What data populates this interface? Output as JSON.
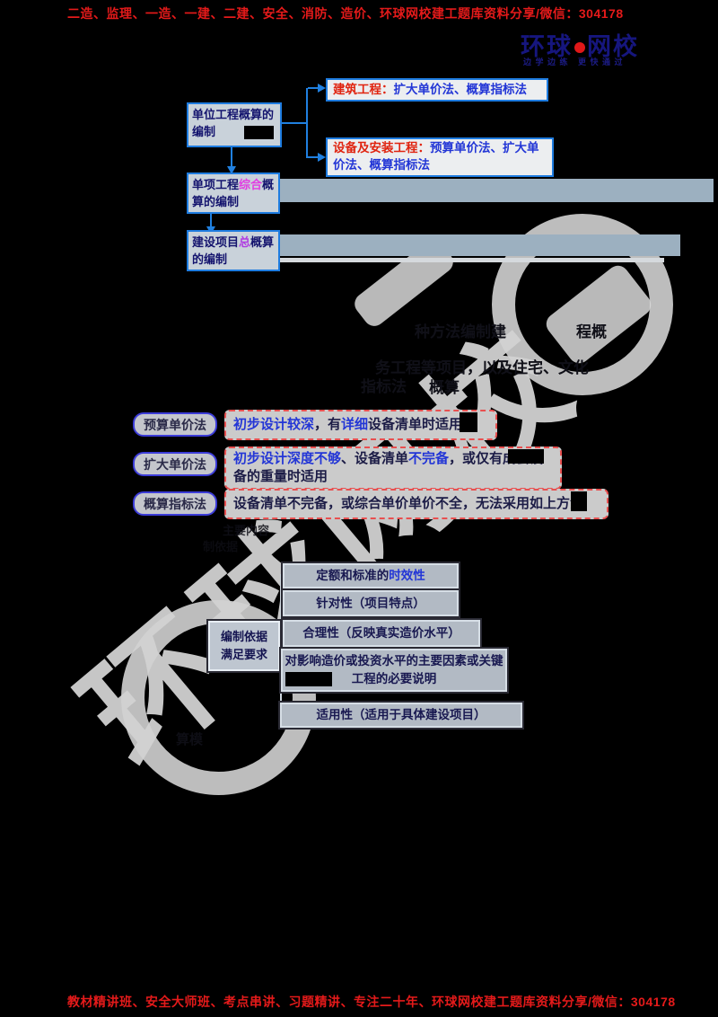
{
  "colors": {
    "accent_blue": "#1e7ce0",
    "text_navy": "#14146e",
    "highlight_blue": "#2336d6",
    "highlight_red": "#e02410",
    "highlight_magenta": "#e23ce2",
    "watermark_gray": "#d6d6d6",
    "banner_red": "#e41a1a"
  },
  "banners": {
    "top": "二造、监理、一造、一建、二建、安全、消防、造价、环球网校建工题库资料分享/微信：304178",
    "bottom": "教材精讲班、安全大师班、考点串讲、习题精讲、专注二十年、环球网校建工题库资料分享/微信：304178"
  },
  "logo": {
    "name_left": "环球",
    "name_right": "网校",
    "tagline": "边学边练 更快通过"
  },
  "watermark": "环球网校",
  "mindmap1": {
    "root": "单位工程概算的编制",
    "building": {
      "head": "建筑工程：",
      "methods": "扩大单价法、概算指标法"
    },
    "equipment": {
      "head": "设备及安装工程：",
      "methods": "预算单价法、扩大单价法、概算指标法"
    },
    "single": {
      "pre": "单项工程",
      "hl": "综合",
      "post": "概算的编制"
    },
    "total": {
      "pre": "建设项目",
      "hl": "总",
      "post": "概算的编制"
    }
  },
  "methods": [
    {
      "label": "预算单价法",
      "seg1": "初步设计较深",
      "seg2": "，有",
      "seg3": "详细",
      "seg4": "设备清单时适用"
    },
    {
      "label": "扩大单价法",
      "seg1": "初步设计深度不够",
      "seg2": "、设备清单",
      "seg3": "不完备",
      "seg4": "，或仅有成套设备的重量时适用"
    },
    {
      "label": "概算指标法",
      "seg1": "",
      "seg2": "设备清单不完备，或综合单价单价不全，无法采用如上方法",
      "seg3": "",
      "seg4": ""
    }
  ],
  "mindmap2": {
    "parent": "编制依据满足要求",
    "leaves": [
      {
        "pre": "定额和标准的",
        "hl": "时效性",
        "post": ""
      },
      {
        "pre": "针对性（项目特点）",
        "hl": "",
        "post": ""
      },
      {
        "pre": "合理性（反映真实造价水平）",
        "hl": "",
        "post": ""
      },
      {
        "pre": "对影响造价或投资水平的主要因素或关键工程的必要说明",
        "hl": "",
        "post": ""
      },
      {
        "pre": "适用性（适用于具体建设项目）",
        "hl": "",
        "post": ""
      }
    ]
  },
  "fragments": {
    "f1": "种方法编制建",
    "f2": "程概",
    "f3": "务工程等项目，以及住宅、文化",
    "f4": "指标法",
    "f5": "概算",
    "f6": "主要内容",
    "f7": "制依据",
    "f8": "算模"
  }
}
